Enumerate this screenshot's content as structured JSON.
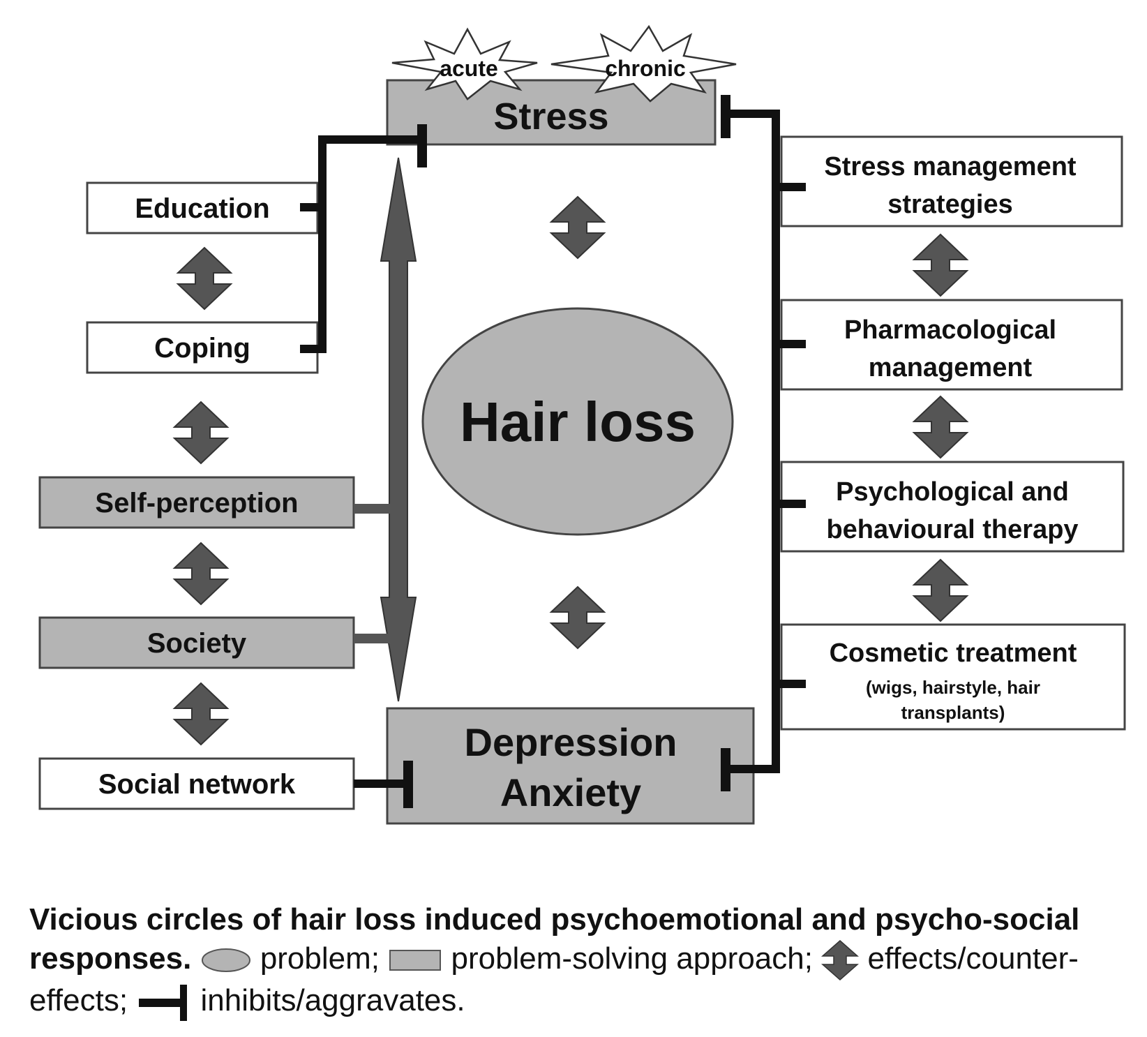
{
  "diagram": {
    "stress": {
      "label": "Stress",
      "bursts": [
        "acute",
        "chronic"
      ]
    },
    "hair_loss": "Hair loss",
    "depression": {
      "line1": "Depression",
      "line2": "Anxiety"
    },
    "left_items": [
      "Education",
      "Coping",
      "Self-perception",
      "Society",
      "Social network"
    ],
    "right_items": [
      {
        "line1": "Stress management",
        "line2": "strategies"
      },
      {
        "line1": "Pharmacological",
        "line2": "management"
      },
      {
        "line1": "Psychological and",
        "line2": "behavioural therapy"
      },
      {
        "line1": "Cosmetic treatment",
        "sub1": "(wigs, hairstyle, hair",
        "sub2": "transplants)"
      }
    ],
    "colors": {
      "fill_gray": "#b4b4b4",
      "arrow_gray": "#555555",
      "line_black": "#111111"
    }
  },
  "caption": {
    "title": "Vicious circles of hair loss induced psychoemotional and psycho-social responses.",
    "legend": {
      "problem": "problem;",
      "approach": "problem-solving approach;",
      "effects": "effects/counter-effects;",
      "inhibits": "inhibits/aggravates."
    }
  }
}
